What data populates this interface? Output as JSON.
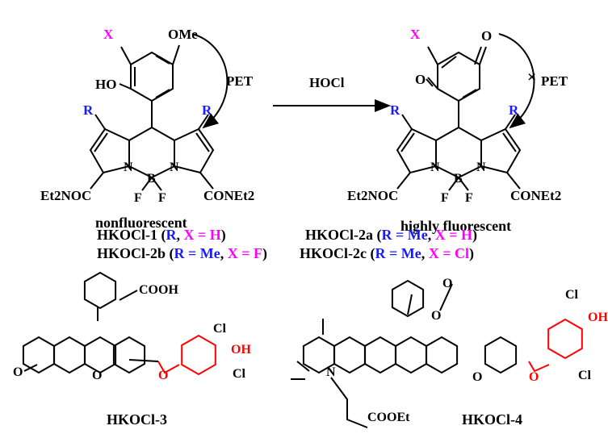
{
  "scheme": {
    "reagent": "HOCl",
    "pet": "PET",
    "left": {
      "x": "X",
      "ome": "OMe",
      "ho": "HO",
      "r": "R",
      "n": "N",
      "b": "B",
      "f": "F",
      "left_amide": "Et2NOC",
      "right_amide": "CONEt2",
      "caption": "nonfluorescent"
    },
    "right": {
      "x": "X",
      "o": "O",
      "r": "R",
      "n": "N",
      "b": "B",
      "f": "F",
      "left_amide": "Et2NOC",
      "right_amide": "CONEt2",
      "caption": "highly fluorescent",
      "blocked": "×"
    },
    "colors": {
      "r": "#1a1aff",
      "x": "#ff00ff",
      "core_left": "#c8c8c8",
      "core_right": "#66ff55"
    }
  },
  "compounds": [
    {
      "name": "HKOCl-1",
      "open": " (",
      "r": "R",
      "x": "X = H",
      "close": ")"
    },
    {
      "name": "HKOCl-2a",
      "open": " (",
      "r": "R = Me",
      "x": "X = H",
      "close": ")"
    },
    {
      "name": "HKOCl-2b",
      "open": " (",
      "r": "R = Me",
      "x": "X = F",
      "close": ")"
    },
    {
      "name": "HKOCl-2c",
      "open": " (",
      "r": "R = Me",
      "x": "X = Cl",
      "close": ")"
    }
  ],
  "hkocl3": {
    "cooh": "COOH",
    "cl": "Cl",
    "oh": "OH",
    "o": "O",
    "name": "HKOCl-3"
  },
  "hkocl4": {
    "o": "O",
    "cl": "Cl",
    "oh": "OH",
    "n": "N",
    "cooet": "COOEt",
    "name": "HKOCl-4"
  }
}
